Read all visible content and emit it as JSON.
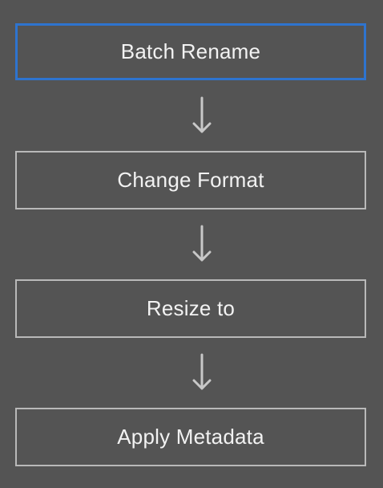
{
  "workflow": {
    "steps": [
      {
        "label": "Batch Rename",
        "selected": true
      },
      {
        "label": "Change Format",
        "selected": false
      },
      {
        "label": "Resize to",
        "selected": false
      },
      {
        "label": "Apply Metadata",
        "selected": false
      }
    ],
    "connector_icon": "arrow-down-icon"
  },
  "colors": {
    "background": "#545454",
    "step_border": "#b9b9b9",
    "selected_border": "#2e74cf",
    "text": "#f2f2f2",
    "arrow": "#c8c8c8"
  }
}
